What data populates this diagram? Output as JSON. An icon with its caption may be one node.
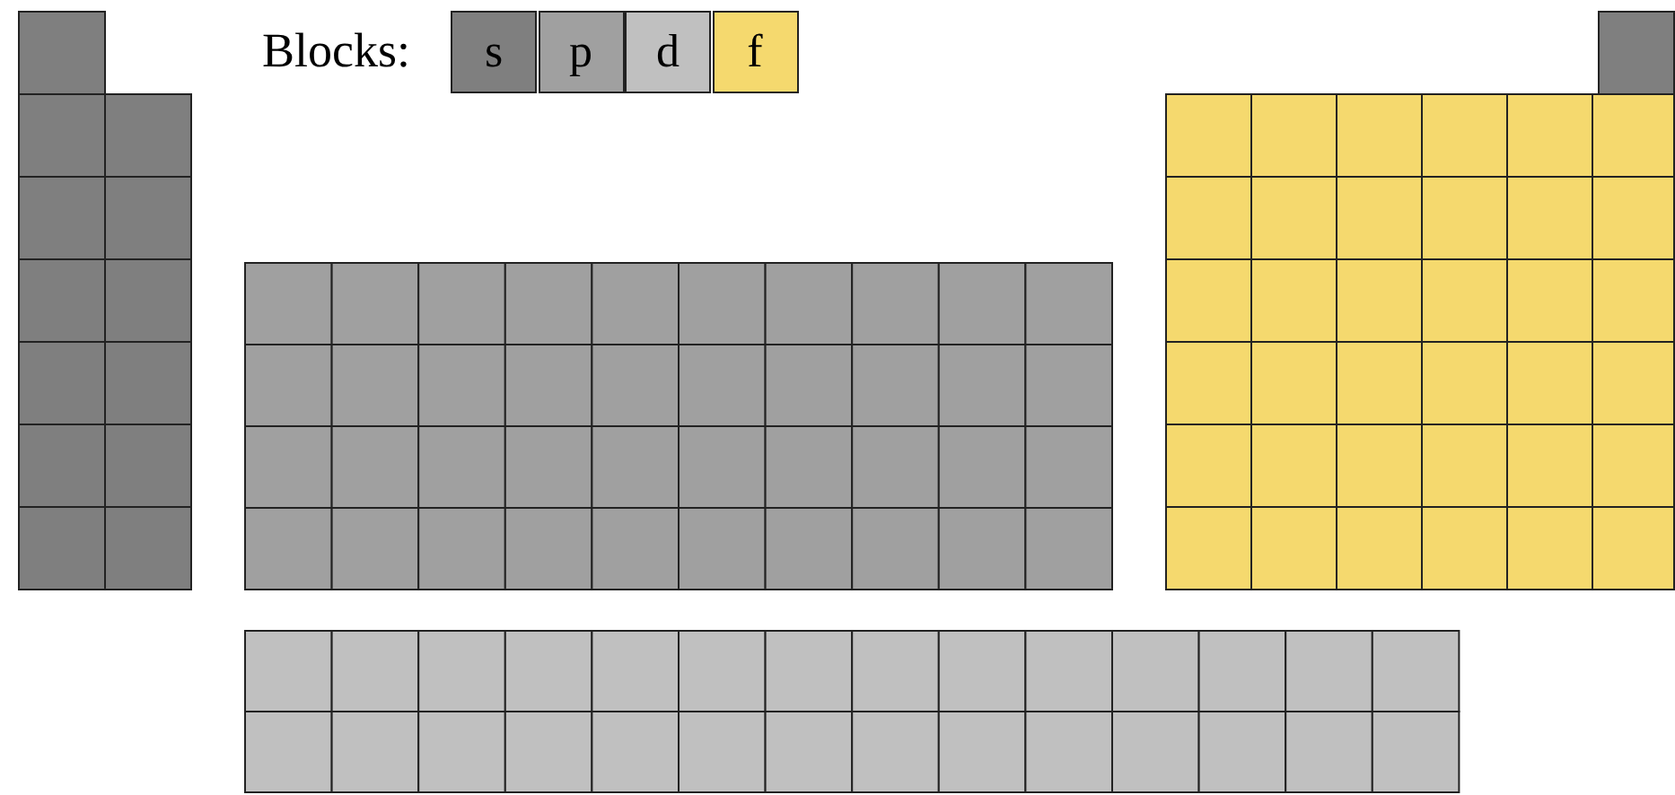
{
  "diagram": {
    "labels": [
      "Blocks:"
    ],
    "legend": [
      {
        "text": "s",
        "color": "#7f7f7f"
      },
      {
        "text": "p",
        "color": "#a0a0a0"
      },
      {
        "text": "d",
        "color": "#c0c0c0"
      },
      {
        "text": "f",
        "color": "#f5d96e"
      }
    ]
  }
}
